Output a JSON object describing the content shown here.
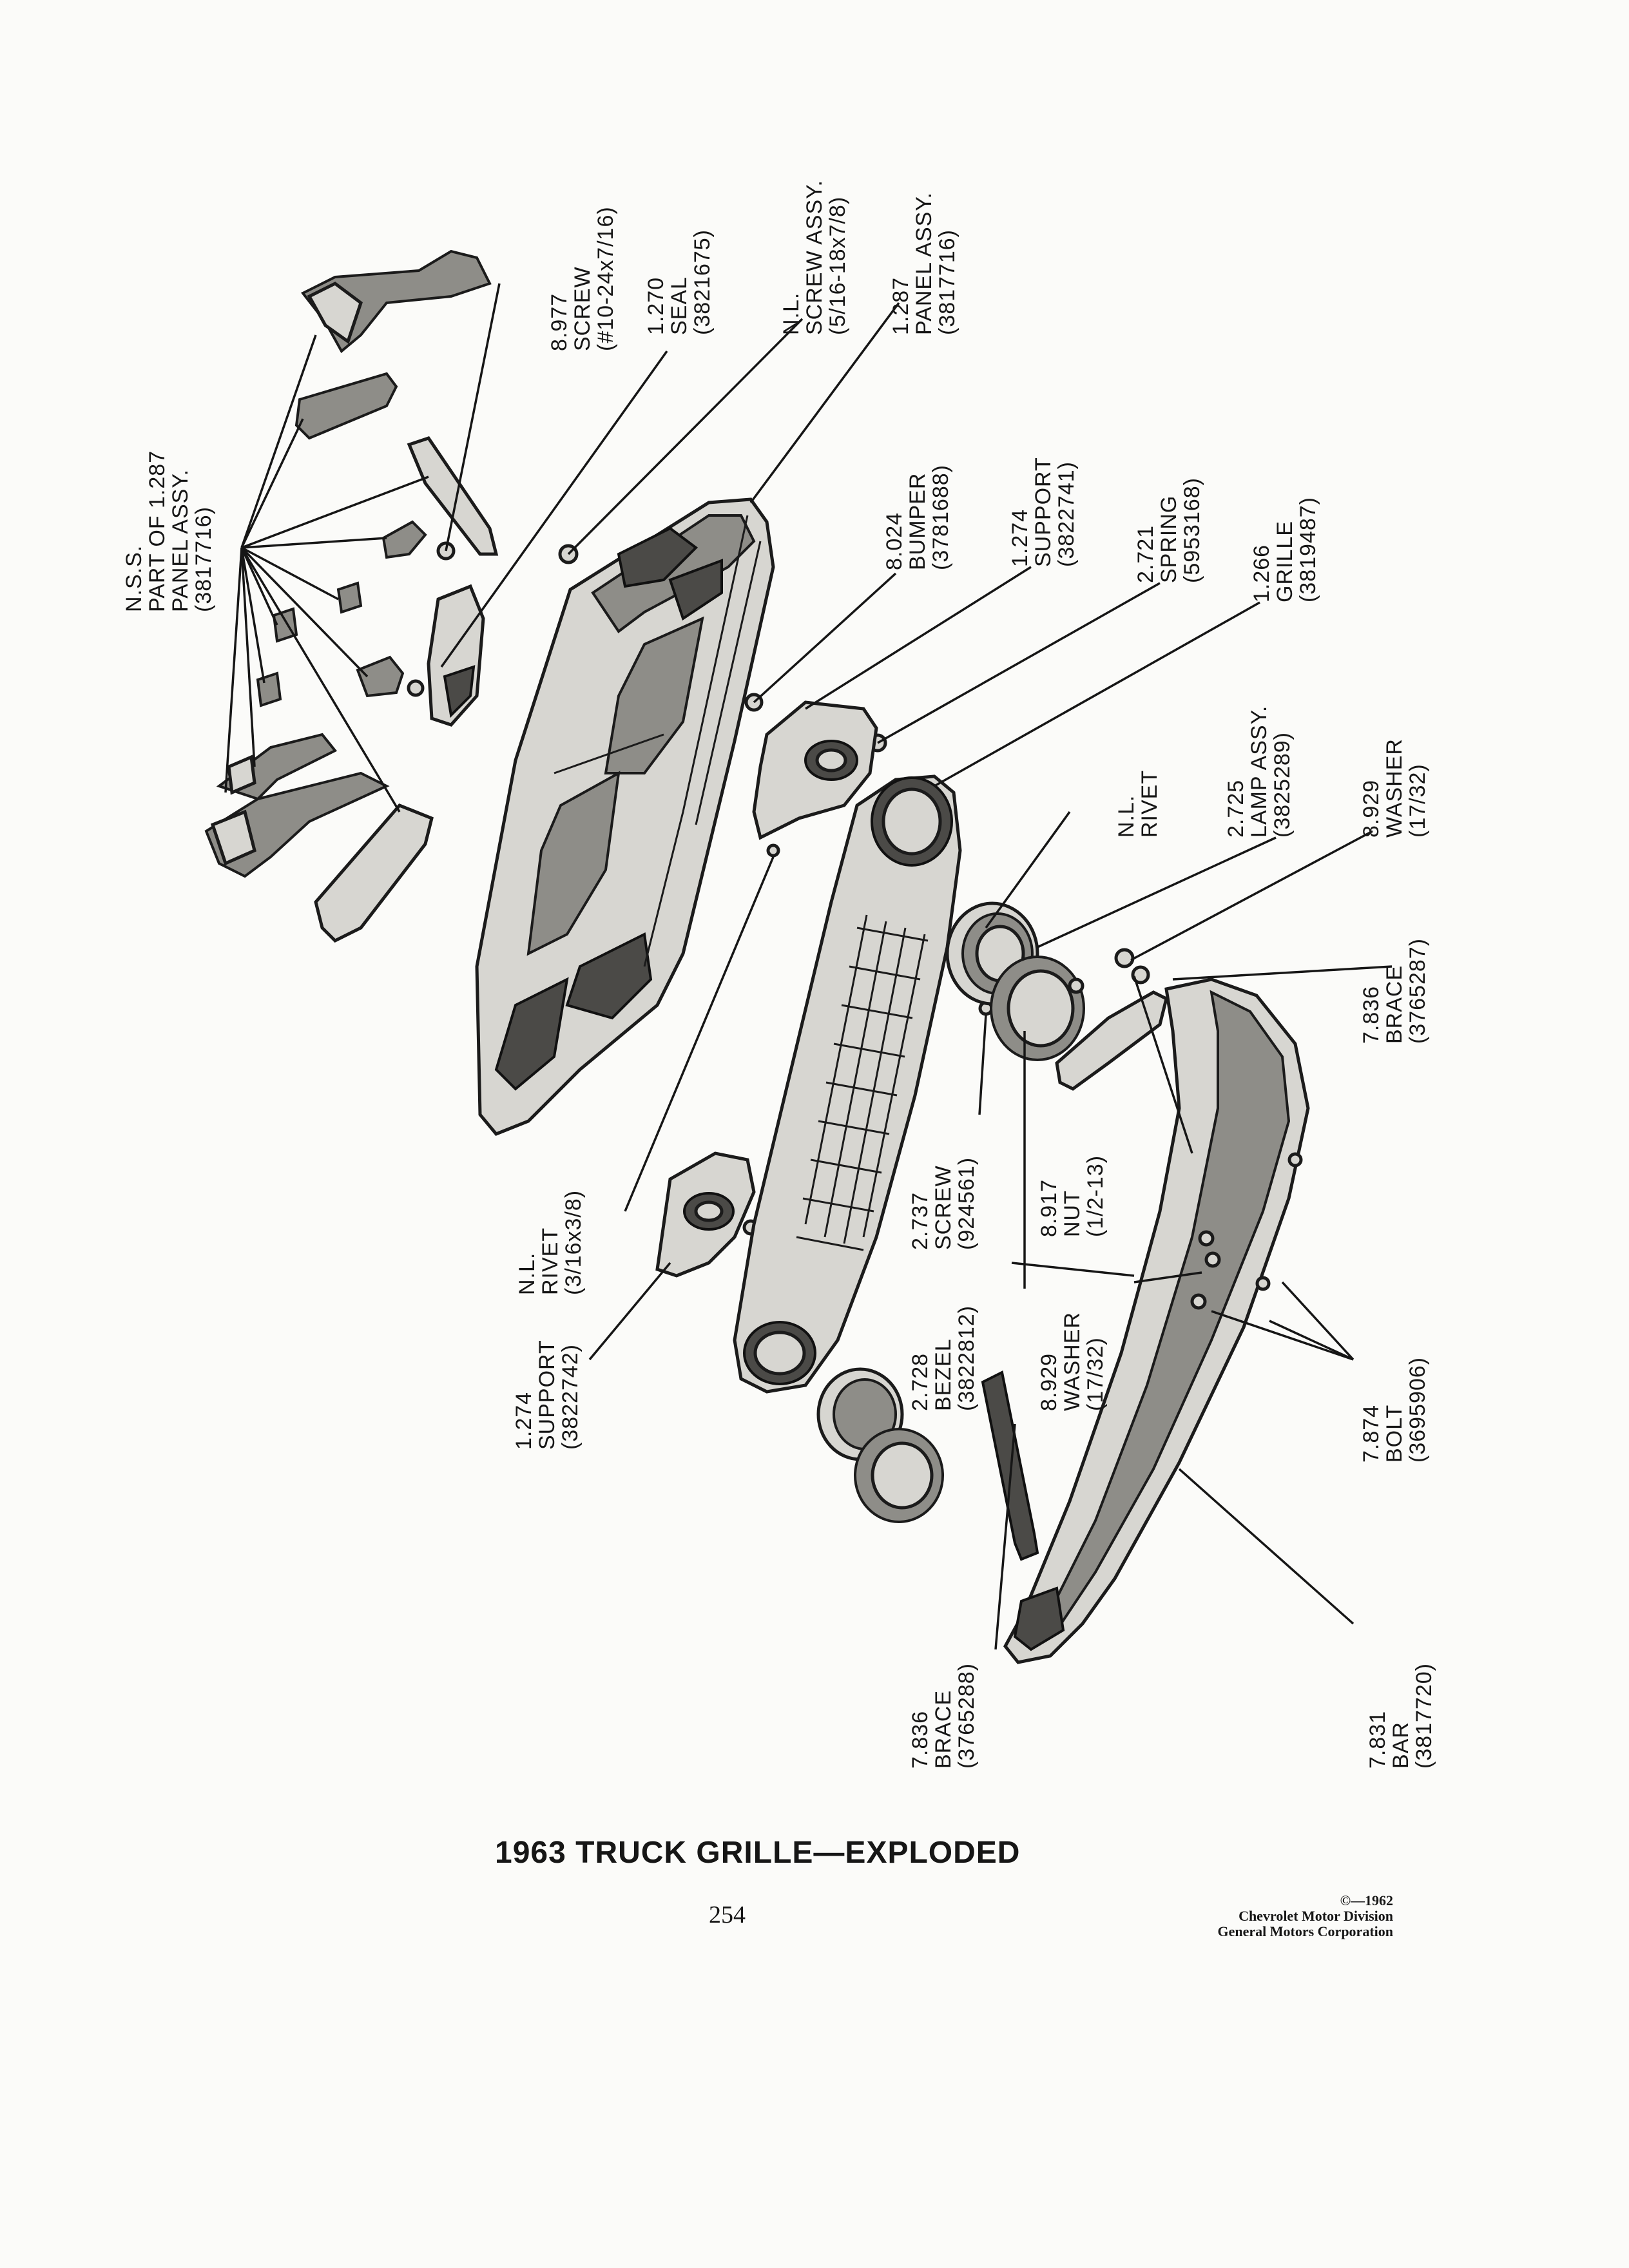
{
  "title": "1963 TRUCK GRILLE—EXPLODED",
  "page_number": "254",
  "copyright": {
    "symbol_year": "©—1962",
    "division": "Chevrolet Motor Division",
    "corporation": "General Motors Corporation"
  },
  "callouts": {
    "nss_panel_parts": [
      "N.S.S.",
      "PART OF 1.287",
      "PANEL ASSY.",
      "(3817716)"
    ],
    "screw_8977": [
      "8.977",
      "SCREW",
      "(#10-24x7/16)"
    ],
    "seal_1270": [
      "1.270",
      "SEAL",
      "(3821675)"
    ],
    "screw_assy_nl": [
      "N.L.",
      "SCREW ASSY.",
      "(5/16-18x7/8)"
    ],
    "panel_assy_1287": [
      "1.287",
      "PANEL ASSY.",
      "(3817716)"
    ],
    "bumper_8024": [
      "8.024",
      "BUMPER",
      "(3781688)"
    ],
    "support_1274_upper": [
      "1.274",
      "SUPPORT",
      "(3822741)"
    ],
    "spring_2721": [
      "2.721",
      "SPRING",
      "(5953168)"
    ],
    "grille_1266": [
      "1.266",
      "GRILLE",
      "(3819487)"
    ],
    "rivet_nl_upper": [
      "N.L.",
      "RIVET"
    ],
    "lamp_assy_2725": [
      "2.725",
      "LAMP ASSY.",
      "(3825289)"
    ],
    "washer_8929_upper": [
      "8.929",
      "WASHER",
      "(17/32)"
    ],
    "brace_7836_upper": [
      "7.836",
      "BRACE",
      "(3765287)"
    ],
    "rivet_nl_lower": [
      "N.L.",
      "RIVET",
      "(3/16x3/8)"
    ],
    "screw_2737": [
      "2.737",
      "SCREW",
      "(924561)"
    ],
    "nut_8917": [
      "8.917",
      "NUT",
      "(1/2-13)"
    ],
    "bezel_2728": [
      "2.728",
      "BEZEL",
      "(3822812)"
    ],
    "washer_8929_lower": [
      "8.929",
      "WASHER",
      "(17/32)"
    ],
    "support_1274_lower": [
      "1.274",
      "SUPPORT",
      "(3822742)"
    ],
    "bolt_7874": [
      "7.874",
      "BOLT",
      "(3695906)"
    ],
    "brace_7836_lower": [
      "7.836",
      "BRACE",
      "(3765288)"
    ],
    "bar_7831": [
      "7.831",
      "BAR",
      "(3817720)"
    ]
  }
}
